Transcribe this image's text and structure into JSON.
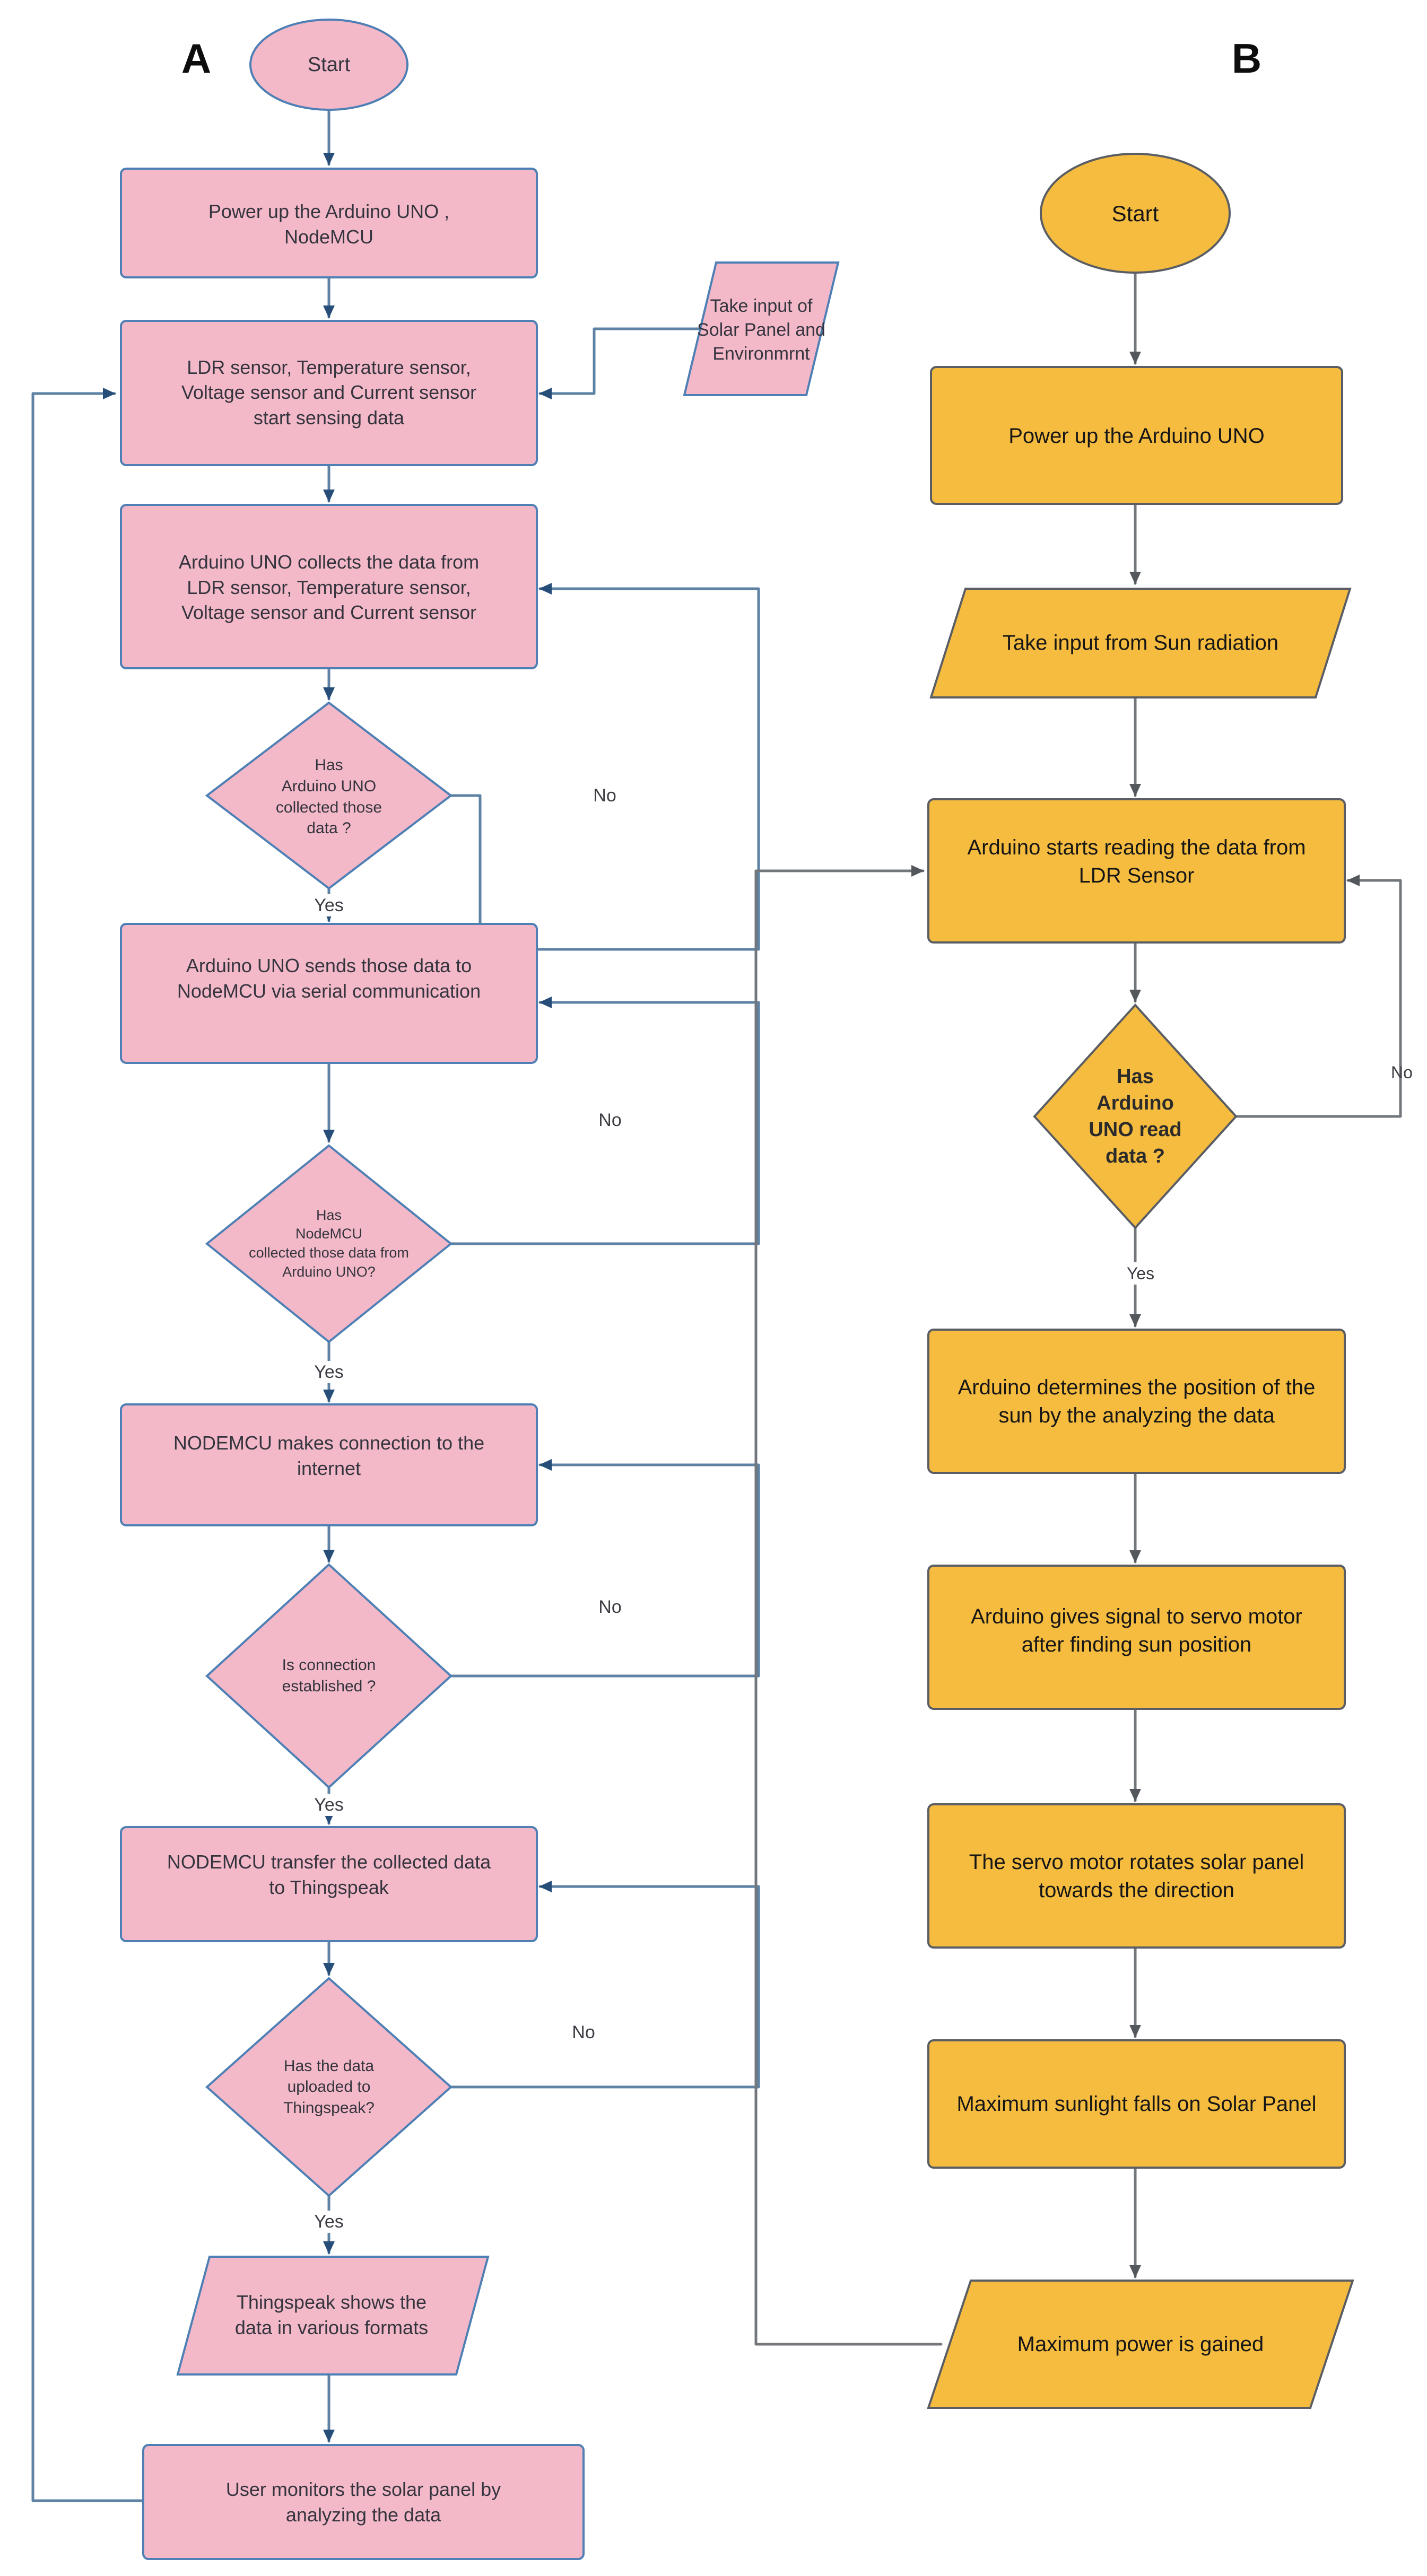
{
  "title_a": "A",
  "title_b": "B",
  "colors": {
    "flow_a_fill": "#f3b9c8",
    "flow_a_border": "#4e7fb5",
    "flow_a_line": "#5e82a3",
    "flow_a_arrowhead": "#274e78",
    "flow_b_fill": "#f5bc40",
    "flow_b_border": "#5a5e64",
    "flow_b_line": "#73777c",
    "flow_b_arrowhead": "#54585d",
    "background": "#ffffff"
  },
  "flow_a": {
    "start": "Start",
    "power_up": "Power up the Arduino UNO ,\nNodeMCU",
    "sensors_sense": "LDR sensor, Temperature sensor,\nVoltage sensor and Current sensor\nstart sensing data",
    "take_input": "Take input of\nSolar Panel and\nEnvironmrnt",
    "collects": "Arduino UNO collects the data from\nLDR sensor, Temperature sensor,\nVoltage sensor and Current sensor",
    "d_collected": "Has\nArduino UNO\ncollected those\ndata ?",
    "sends": "Arduino UNO sends those data to\nNodeMCU via serial communication",
    "d_received": "Has\nNodeMCU\ncollected those data  from\nArduino UNO?",
    "connects": "NODEMCU makes connection to the\ninternet",
    "d_connection": "Is connection\nestablished ?",
    "transfers": "NODEMCU transfer the collected data\nto Thingspeak",
    "d_uploaded": "Has the data\nuploaded to\nThingspeak?",
    "shows": "Thingspeak shows the\ndata in various formats",
    "monitors": "User monitors the solar panel by\nanalyzing the data",
    "yes": "Yes",
    "no": "No"
  },
  "flow_b": {
    "start": "Start",
    "power_up": "Power up the Arduino UNO",
    "take_input": "Take input from Sun radiation",
    "reads": "Arduino starts reading the data from\nLDR Sensor",
    "d_read": "Has\nArduino\nUNO read\ndata ?",
    "determines": "Arduino determines the  position of the\nsun by the  analyzing the data",
    "signals": "Arduino gives signal to servo motor\nafter finding sun position",
    "rotates": "The servo motor  rotates solar panel\ntowards the direction",
    "sunlight": "Maximum sunlight falls on Solar Panel",
    "power_gained": "Maximum power is  gained",
    "yes": "Yes",
    "no": "No"
  }
}
